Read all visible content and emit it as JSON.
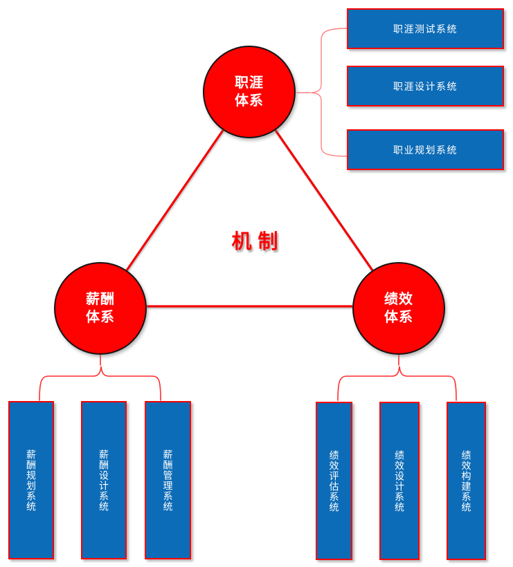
{
  "colors": {
    "node_fill": "#fe0101",
    "node_border": "#141414",
    "box_fill": "#0d6cb7",
    "box_border": "#ff0000",
    "line_color": "#f40000",
    "brace_color": "#ff2d2d",
    "brace_light_color": "#ff8080",
    "center_text_color": "#fe0000",
    "label_color": "#ffffff"
  },
  "center_label": "机制",
  "nodes": {
    "career": {
      "label": "职涯\n体系"
    },
    "compensation": {
      "label": "薪酬\n体系"
    },
    "performance": {
      "label": "绩效\n体系"
    }
  },
  "career_systems": [
    "职涯测试系统",
    "职涯设计系统",
    "职业规划系统"
  ],
  "compensation_systems": [
    "薪酬规划系统",
    "薪酬设计系统",
    "薪酬管理系统"
  ],
  "performance_systems": [
    "绩效评估系统",
    "绩效设计系统",
    "绩效构建系统"
  ]
}
